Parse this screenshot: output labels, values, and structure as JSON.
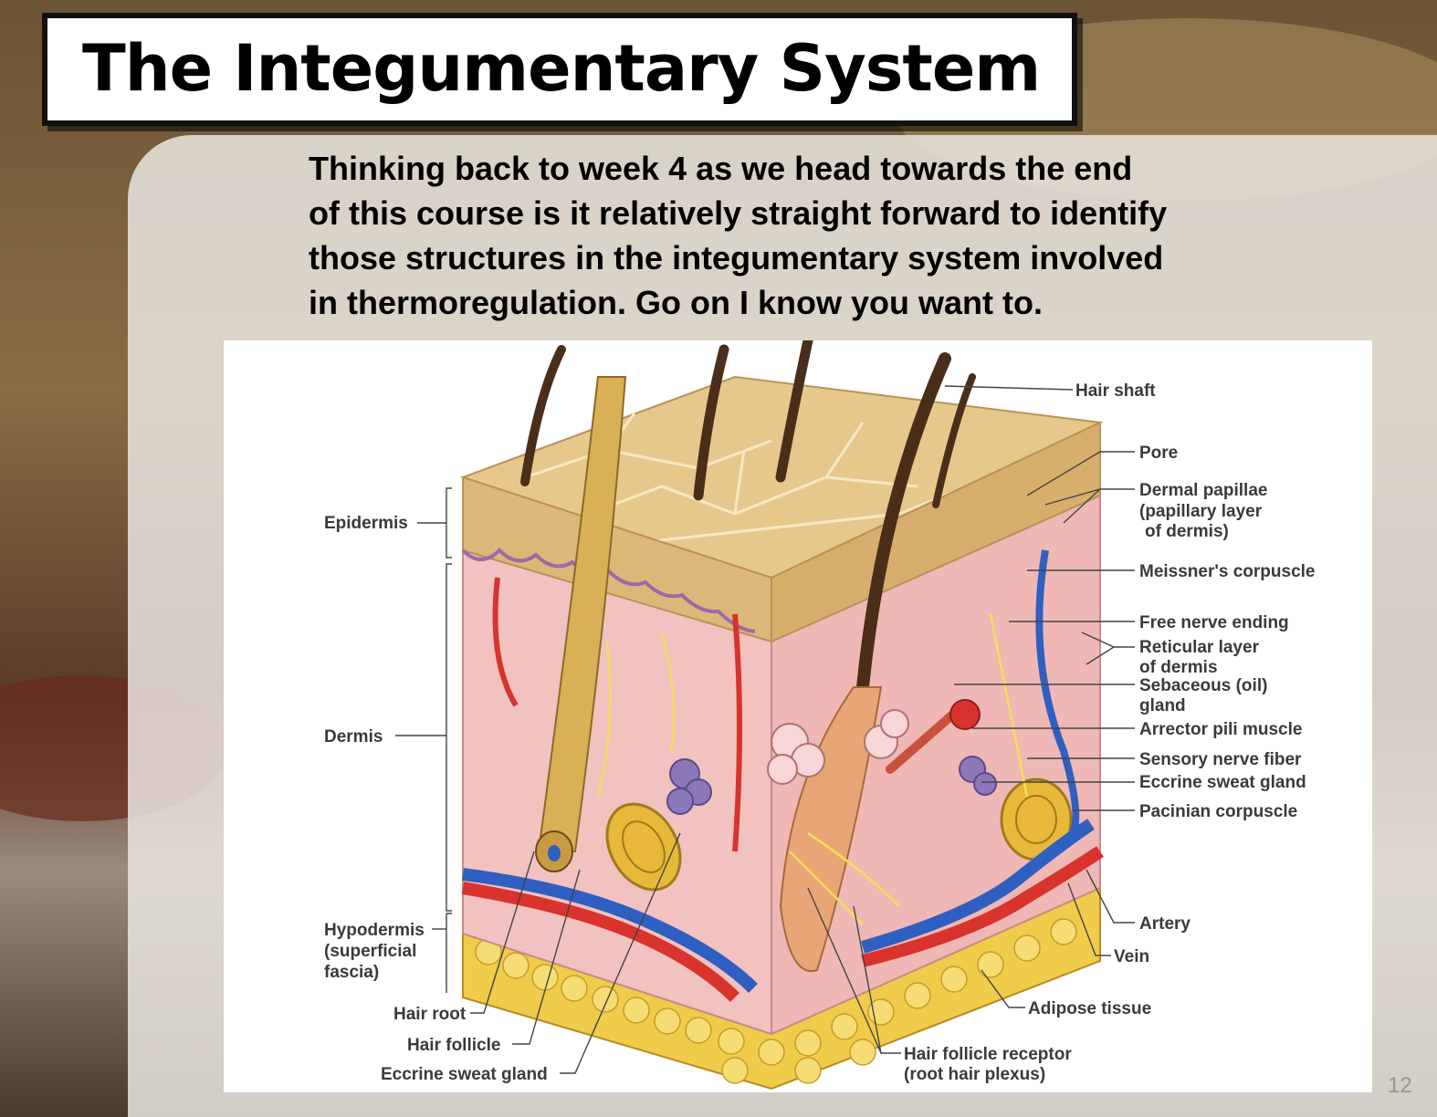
{
  "slide": {
    "title": "The Integumentary System",
    "question_lines": [
      "Thinking back to week 4 as we head towards the end",
      "of this course is it relatively straight forward to identify",
      "those structures in the integumentary system involved",
      "in thermoregulation. Go on I know you want to."
    ],
    "page_number": "12"
  },
  "figure": {
    "labels": {
      "epidermis": "Epidermis",
      "dermis": "Dermis",
      "hypodermis_1": "Hypodermis",
      "hypodermis_2": "(superficial",
      "hypodermis_3": "fascia)",
      "hair_root": "Hair root",
      "hair_follicle": "Hair follicle",
      "eccrine_sweat_gland_left": "Eccrine sweat gland",
      "hair_shaft": "Hair shaft",
      "pore": "Pore",
      "dermal_papillae_1": "Dermal papillae",
      "dermal_papillae_2": "(papillary layer",
      "dermal_papillae_3": "of dermis)",
      "meissners_corpuscle": "Meissner's corpuscle",
      "free_nerve_ending": "Free nerve ending",
      "reticular_layer_1": "Reticular layer",
      "reticular_layer_2": "of dermis",
      "sebaceous_gland_1": "Sebaceous (oil)",
      "sebaceous_gland_2": "gland",
      "arrector_pili": "Arrector pili muscle",
      "sensory_nerve_fiber": "Sensory nerve fiber",
      "eccrine_sweat_gland_right": "Eccrine sweat gland",
      "pacinian_corpuscle": "Pacinian corpuscle",
      "artery": "Artery",
      "vein": "Vein",
      "adipose_tissue": "Adipose tissue",
      "hair_follicle_receptor_1": "Hair follicle receptor",
      "hair_follicle_receptor_2": "(root hair plexus)"
    }
  },
  "colors": {
    "epidermis_tan": "#e6c98a",
    "dermis_pink": "#f2c2c0",
    "adipose_yellow": "#f0cc4a",
    "artery_red": "#d8332c",
    "vein_blue": "#2f5fc0",
    "nerve_yellow": "#f1df58",
    "gland_purple": "#8a78b8"
  }
}
